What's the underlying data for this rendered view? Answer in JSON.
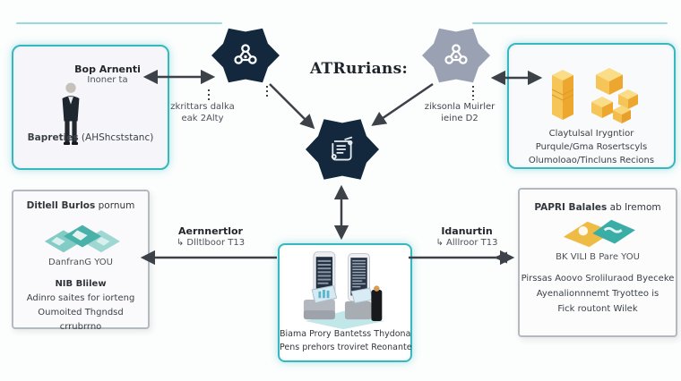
{
  "title": "ATRurians:",
  "advisor": {
    "title": "Bop Arnenti",
    "subtitle": "Inoner ta",
    "caption_bold": "Bapreties",
    "caption_rest": " (AHShcststanc)"
  },
  "left_node": {
    "line1": "zkrittars dalka",
    "line2": "eak 2Alty"
  },
  "right_node": {
    "line1": "ziksonla Muirler",
    "line2": "ieine D2"
  },
  "storage": {
    "lines": [
      "Claytulsal Irygntior",
      "Purqule/Gma Rosertscyls",
      "Olumoloao/Tincluns Recions"
    ]
  },
  "left_panel": {
    "title_bold": "Ditlell Burlos",
    "title_rest": " pornum",
    "shape_caption": "DanfranG YOU",
    "lines": [
      "NIB Blilew",
      "Adinro saites for iorteng",
      "Oumoited Thgndsd",
      "crrubrrno"
    ]
  },
  "right_panel": {
    "title_bold": "PAPRI Balales",
    "title_rest": " ab Iremom",
    "shape_caption": "BK VILI B Pare YOU",
    "lines": [
      "Pirssas Aoovo Sroliluraod Byeceke",
      "Ayenalionnnemt Tryotteo is",
      "Fick routont Wilek"
    ]
  },
  "devices": {
    "lines": [
      "Biama Prory Bantetss Thydona",
      "Pens prehors troviret Reonante"
    ]
  },
  "arrow_labels": {
    "left_bold": "Aernnertlor",
    "left_sub": "↳ Dlltlboor T13",
    "right_bold": "Idanurtin",
    "right_sub": "↳ Alllroor T13"
  },
  "colors": {
    "accent_teal": "#3ab6bd",
    "navy_node": "#14283d",
    "gray_node": "#99a1b2",
    "arrow": "#3d4249",
    "cube_yellow": "#f2b33d",
    "shape_teal": "#49b1aa"
  }
}
